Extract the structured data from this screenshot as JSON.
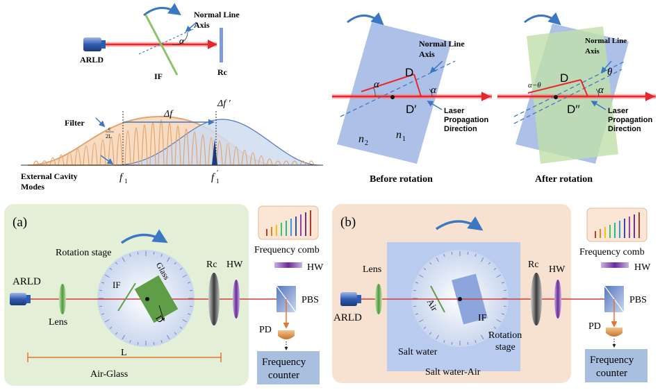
{
  "top_left": {
    "normal_line": "Normal Line",
    "axis": "Axis",
    "alpha": "α",
    "arld": "ARLD",
    "if_label": "IF",
    "rc": "Rc",
    "filter": "Filter",
    "c_over_2l_top": "c",
    "c_over_2l_bottom": "2L",
    "delta_f": "Δf",
    "delta_f_prime": "Δf ′",
    "external_cavity_1": "External Cavity",
    "external_cavity_2": "Modes",
    "f1": "f",
    "f1_sub": "1",
    "f1p": "f",
    "f1p_sub": "1",
    "f1p_prime": "′"
  },
  "before": {
    "normal_line": "Normal Line",
    "axis": "Axis",
    "alpha_left": "α",
    "alpha_right": "α",
    "d": "D",
    "d_prime": "D′",
    "laser_1": "Laser",
    "laser_2": "Propagation",
    "laser_3": "Direction",
    "n2": "n",
    "n2_sub": "2",
    "n1": "n",
    "n1_sub": "1",
    "caption": "Before rotation"
  },
  "after": {
    "normal_line": "Normal Line",
    "axis": "Axis",
    "theta": "θ",
    "alpha": "α",
    "alpha_minus_theta": "α−θ",
    "d": "D",
    "d_dprime": "D′′",
    "laser_1": "Laser",
    "laser_2": "Propagation",
    "laser_3": "Direction",
    "caption": "After rotation"
  },
  "panel_a": {
    "tag": "(a)",
    "rotation_stage": "Rotation stage",
    "frequency_comb": "Frequency comb",
    "hw_top": "HW",
    "arld": "ARLD",
    "lens": "Lens",
    "if_label": "IF",
    "glass": "Glass",
    "d": "D",
    "rc": "Rc",
    "hw": "HW",
    "pbs": "PBS",
    "pd": "PD",
    "l": "L",
    "caption": "Air-Glass",
    "counter_1": "Frequency",
    "counter_2": "counter"
  },
  "panel_b": {
    "tag": "(b)",
    "frequency_comb": "Frequency comb",
    "hw_top": "HW",
    "arld": "ARLD",
    "lens": "Lens",
    "air": "Air",
    "if_label": "IF",
    "rotation_1": "Rotation",
    "rotation_2": "stage",
    "salt_water": "Salt water",
    "rc": "Rc",
    "hw": "HW",
    "pbs": "PBS",
    "pd": "PD",
    "caption": "Salt water-Air",
    "counter_1": "Frequency",
    "counter_2": "counter"
  },
  "colors": {
    "laser": "#e8262b",
    "blue_arrow": "#3b78c4",
    "panel_a_bg": "#e3efd6",
    "panel_b_bg": "#f7e1d0",
    "counter_bg": "#a9bfe0",
    "filter_curve": "#e3a46e",
    "gain_curve": "#b8cbe6"
  }
}
